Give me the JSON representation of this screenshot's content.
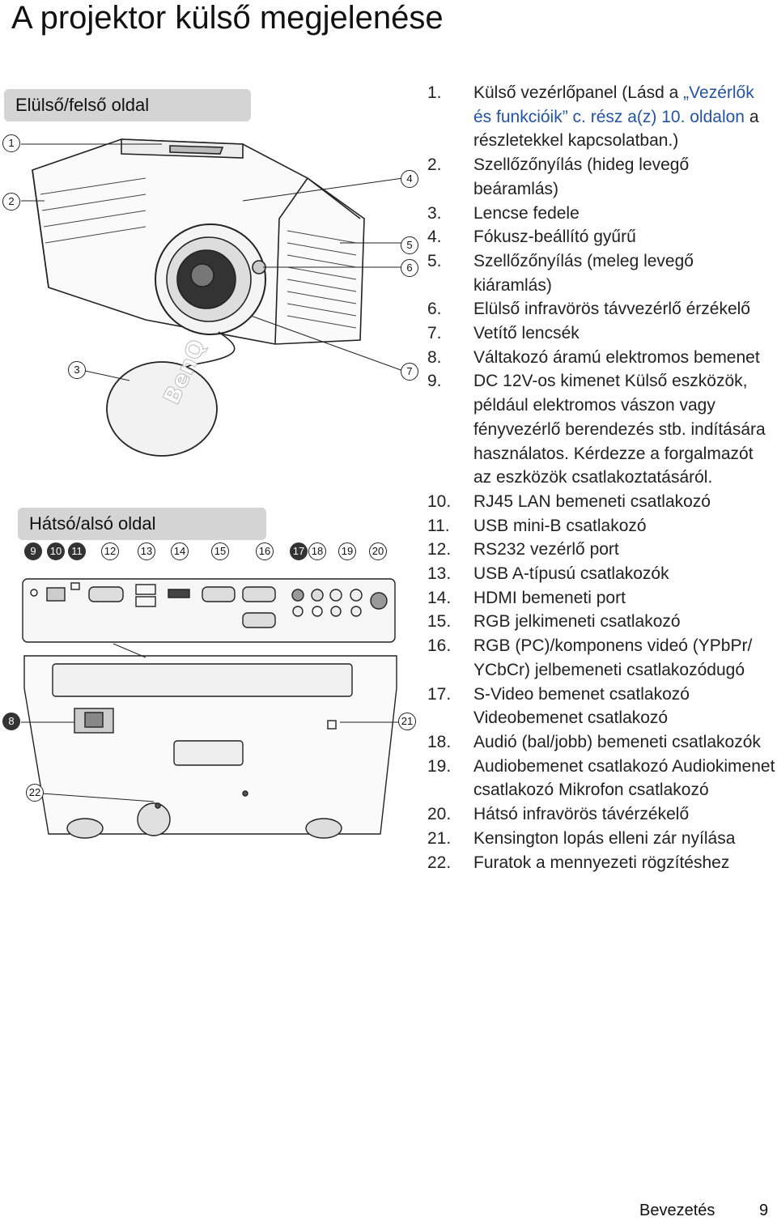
{
  "page_title": "A projektor külső megjelenése",
  "sections": {
    "front_top": "Elülső/felső oldal",
    "rear_bottom": "Hátsó/alsó oldal"
  },
  "front_callouts": [
    "1",
    "2",
    "3",
    "4",
    "5",
    "6",
    "7"
  ],
  "rear_callouts": [
    "9",
    "10",
    "11",
    "12",
    "13",
    "14",
    "15",
    "16",
    "17",
    "18",
    "19",
    "20"
  ],
  "side_callouts": [
    "8",
    "21",
    "22"
  ],
  "brand_logo": "BenQ",
  "list": {
    "item1": {
      "num": "1.",
      "pre": "Külső vezérlőpanel (Lásd a ",
      "link": "„Vezérlők és funkcióik” c. rész a(z) 10. oldalon",
      "post": " a részletekkel kapcsolatban.)"
    },
    "items": [
      {
        "num": "2.",
        "text": "Szellőzőnyílás (hideg levegő beáramlás)"
      },
      {
        "num": "3.",
        "text": "Lencse fedele"
      },
      {
        "num": "4.",
        "text": "Fókusz-beállító gyűrű"
      },
      {
        "num": "5.",
        "text": "Szellőzőnyílás (meleg levegő kiáramlás)"
      },
      {
        "num": "6.",
        "text": "Elülső infravörös távvezérlő érzékelő"
      },
      {
        "num": "7.",
        "text": "Vetítő lencsék"
      },
      {
        "num": "8.",
        "text": "Váltakozó áramú elektromos bemenet"
      },
      {
        "num": "9.",
        "text": "DC 12V-os kimenet Külső eszközök, például elektromos vászon vagy fényvezérlő berendezés stb. indítására használatos. Kérdezze a forgalmazót az eszközök csatlakoztatásáról."
      },
      {
        "num": "10.",
        "text": "RJ45 LAN bemeneti csatlakozó"
      },
      {
        "num": "11.",
        "text": "USB mini-B csatlakozó"
      },
      {
        "num": "12.",
        "text": "RS232 vezérlő port"
      },
      {
        "num": "13.",
        "text": "USB A-típusú csatlakozók"
      },
      {
        "num": "14.",
        "text": "HDMI bemeneti port"
      },
      {
        "num": "15.",
        "text": "RGB jelkimeneti csatlakozó"
      },
      {
        "num": "16.",
        "text": "RGB (PC)/komponens videó (YPbPr/ YCbCr) jelbemeneti csatlakozódugó"
      },
      {
        "num": "17.",
        "text": "S-Video bemenet csatlakozó Videobemenet csatlakozó"
      },
      {
        "num": "18.",
        "text": "Audió (bal/jobb) bemeneti csatlakozók"
      },
      {
        "num": "19.",
        "text": "Audiobemenet csatlakozó Audiokimenet csatlakozó Mikrofon csatlakozó"
      },
      {
        "num": "20.",
        "text": "Hátsó infravörös távérzékelő"
      },
      {
        "num": "21.",
        "text": "Kensington lopás elleni zár nyílása"
      },
      {
        "num": "22.",
        "text": "Furatok a mennyezeti rögzítéshez"
      }
    ]
  },
  "footer": {
    "section": "Bevezetés",
    "page": "9"
  }
}
